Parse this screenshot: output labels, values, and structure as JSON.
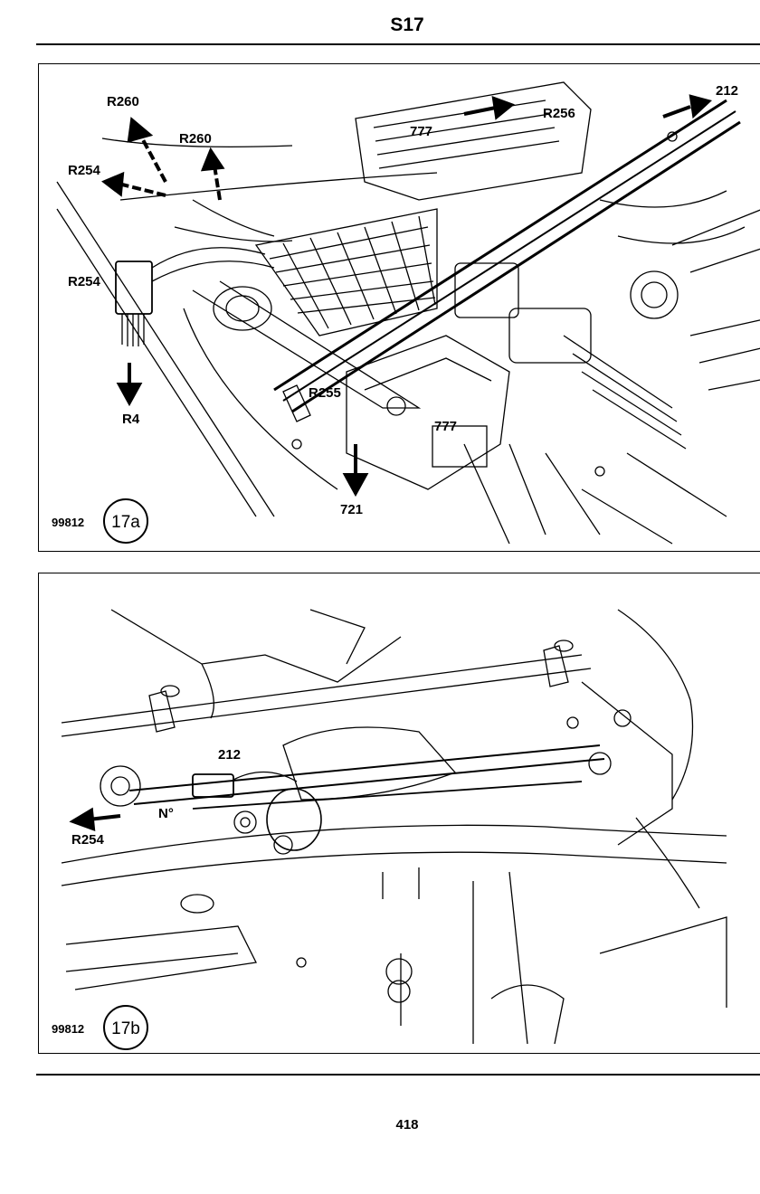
{
  "header": {
    "section": "S17"
  },
  "figure_a": {
    "ref_number": "99812",
    "badge": "17a",
    "labels": {
      "r260_left": "R260",
      "r260_right": "R260",
      "r254_top": "R254",
      "r254_connector": "R254",
      "r4": "R4",
      "c777_top": "777",
      "r256": "R256",
      "c212": "212",
      "r255": "R255",
      "c777_box": "777",
      "c721": "721"
    }
  },
  "figure_b": {
    "ref_number": "99812",
    "badge": "17b",
    "labels": {
      "c212": "212",
      "no": "N°",
      "r254": "R254"
    }
  },
  "footer": {
    "page_number": "418"
  }
}
